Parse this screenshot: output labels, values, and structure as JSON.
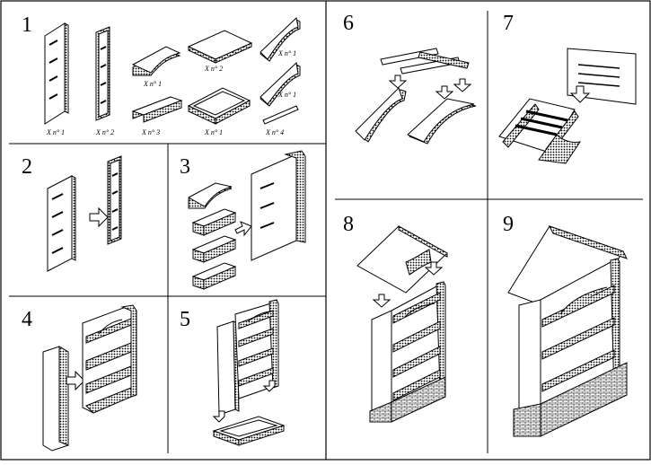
{
  "steps": [
    {
      "number": "1"
    },
    {
      "number": "2"
    },
    {
      "number": "3"
    },
    {
      "number": "4"
    },
    {
      "number": "5"
    },
    {
      "number": "6"
    },
    {
      "number": "7"
    },
    {
      "number": "8"
    },
    {
      "number": "9"
    }
  ],
  "parts_legend": {
    "side_panel_qty": "X n° 1",
    "divider_panel_qty": "X n° 2",
    "arch_shelf_qty": "X n° 1",
    "box_shelf_qty": "X n° 3",
    "flat_board_qty": "X n° 2",
    "base_tray_qty": "X n° 1",
    "roof_bracket_a_qty": "X n° 1",
    "roof_bracket_b_qty": "X n° 1",
    "rail_qty": "X n° 4"
  },
  "colors": {
    "line": "#000000",
    "paper": "#ffffff"
  }
}
